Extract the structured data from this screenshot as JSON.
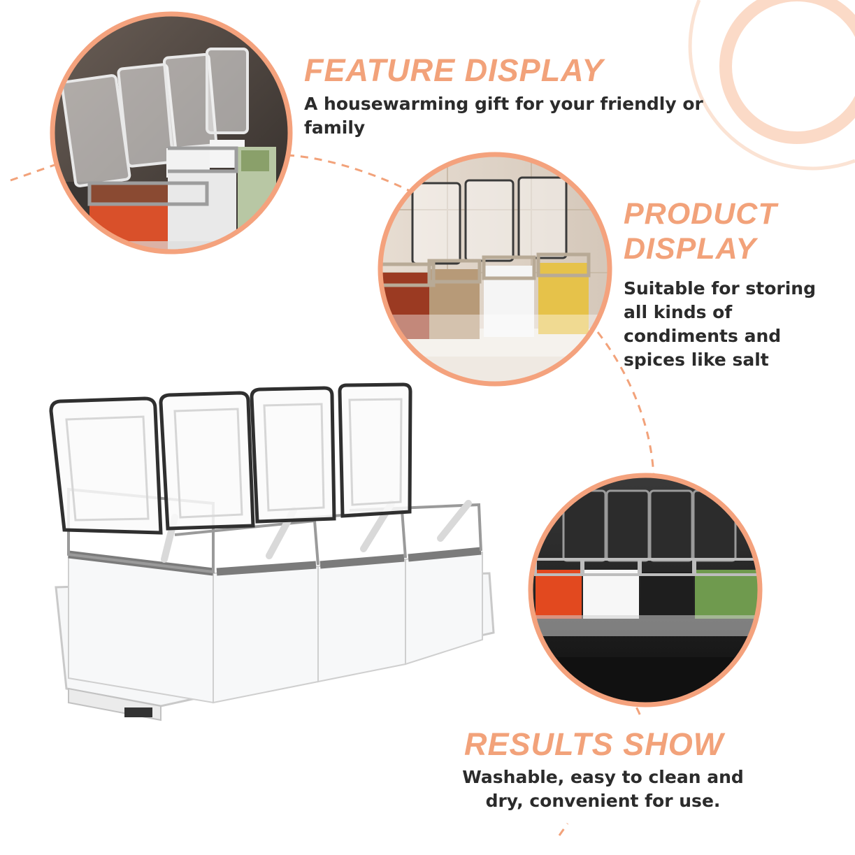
{
  "theme": {
    "accent": "#f2a27a",
    "accent_light": "#fbdac7",
    "ring_outer": "#f4a27d",
    "text": "#2b2b2b"
  },
  "sections": {
    "feature": {
      "heading": "FEATURE DISPLAY",
      "lines": [
        "A housewarming gift for your friendly or",
        "family"
      ]
    },
    "product": {
      "heading_lines": [
        "PRODUCT",
        "DISPLAY"
      ],
      "lines": [
        "Suitable for storing",
        "all kinds of",
        "condiments and",
        "spices like salt"
      ]
    },
    "results": {
      "heading": "RESULTS SHOW",
      "lines": [
        "Washable, easy to clean and",
        "dry, convenient for use."
      ]
    }
  },
  "photos": {
    "top_left": {
      "spice_colors": [
        "#d9502a",
        "#8a4a32",
        "#f2f2f2",
        "#8aa06a"
      ]
    },
    "middle": {
      "spice_colors": [
        "#9b3a22",
        "#b79a78",
        "#f5f5f5",
        "#e6c24a"
      ]
    },
    "bottom_right": {
      "spice_colors": [
        "#e2491f",
        "#f7f7f7",
        "#1e1e1e",
        "#6f9a4e"
      ]
    }
  }
}
